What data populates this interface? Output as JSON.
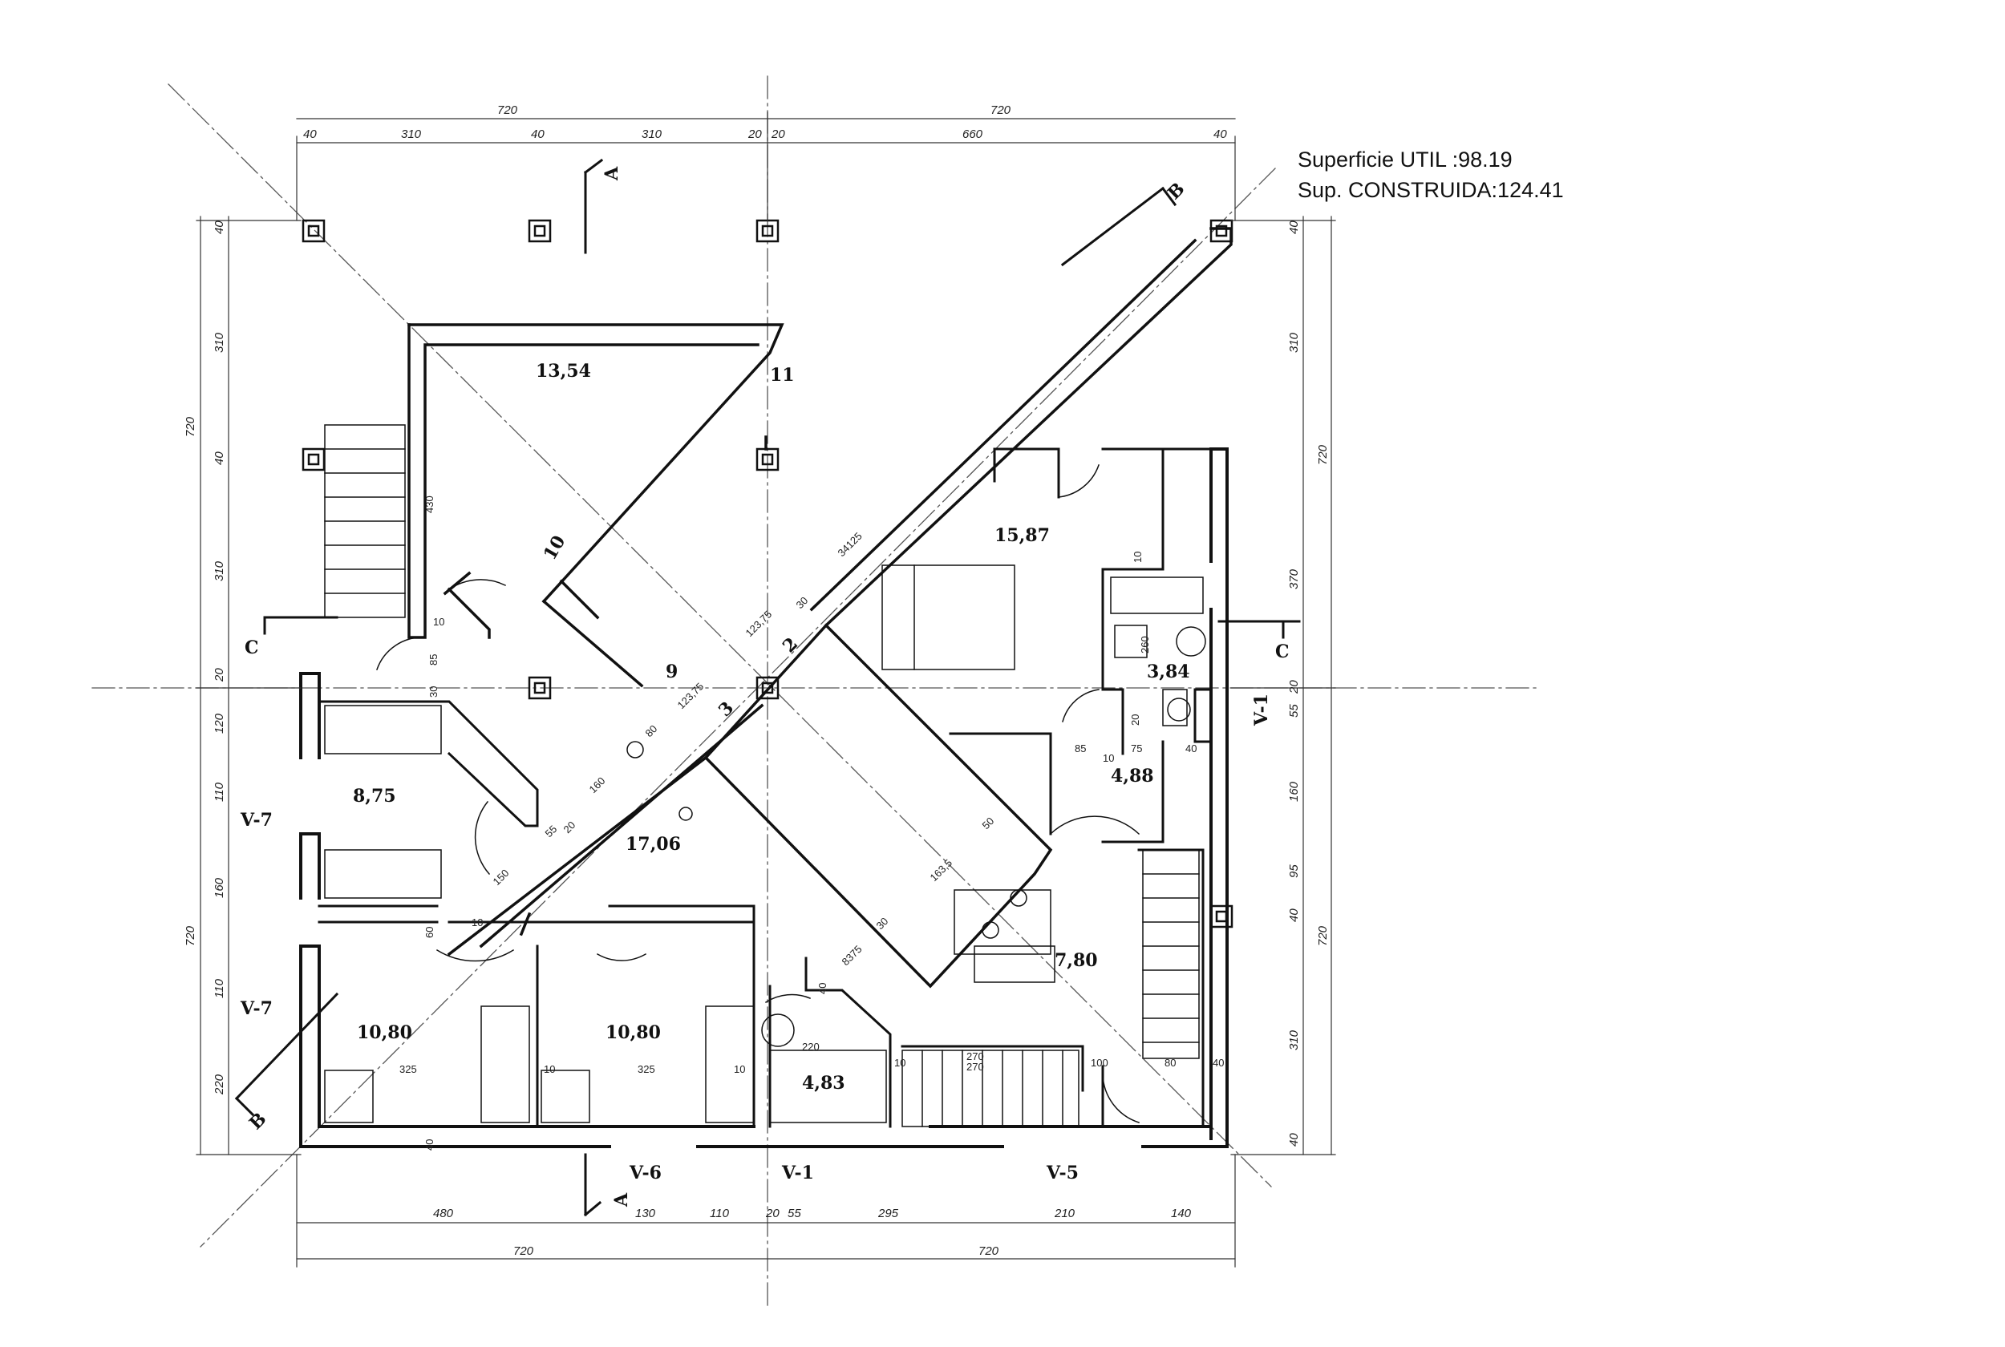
{
  "surface": {
    "util": "Superficie UTIL :98.19",
    "construida": "Sup. CONSTRUIDA:124.41"
  },
  "rooms": [
    "13,54",
    "15,87",
    "3,84",
    "8,75",
    "17,06",
    "4,88",
    "7,80",
    "10,80",
    "10,80",
    "4,83"
  ],
  "marks": [
    "11",
    "10",
    "9",
    "2",
    "3"
  ],
  "sections": [
    "A",
    "A",
    "B",
    "B",
    "C",
    "C"
  ],
  "windows": [
    "V-7",
    "V-7",
    "V-6",
    "V-1",
    "V-5",
    "V-1"
  ],
  "dims_top": [
    "720",
    "720",
    "40",
    "310",
    "40",
    "310",
    "20",
    "20",
    "660",
    "40"
  ],
  "dims_bottom": [
    "480",
    "130",
    "110",
    "20",
    "55",
    "295",
    "210",
    "140",
    "720",
    "720"
  ],
  "dims_left": [
    "40",
    "310",
    "720",
    "40",
    "310",
    "20",
    "120",
    "110",
    "160",
    "720",
    "110",
    "220"
  ],
  "dims_right": [
    "40",
    "310",
    "720",
    "370",
    "20",
    "55",
    "160",
    "95",
    "40",
    "720",
    "310",
    "40"
  ],
  "dims_inner": [
    "430",
    "34125",
    "123,75",
    "30",
    "85",
    "10",
    "30",
    "270",
    "80",
    "123,75",
    "160",
    "55",
    "20",
    "150",
    "60",
    "10",
    "260",
    "10",
    "20",
    "75",
    "85",
    "10",
    "40",
    "50",
    "163,5",
    "30",
    "8375",
    "40",
    "325",
    "10",
    "325",
    "10",
    "220",
    "10",
    "270",
    "100",
    "80",
    "40",
    "40"
  ]
}
